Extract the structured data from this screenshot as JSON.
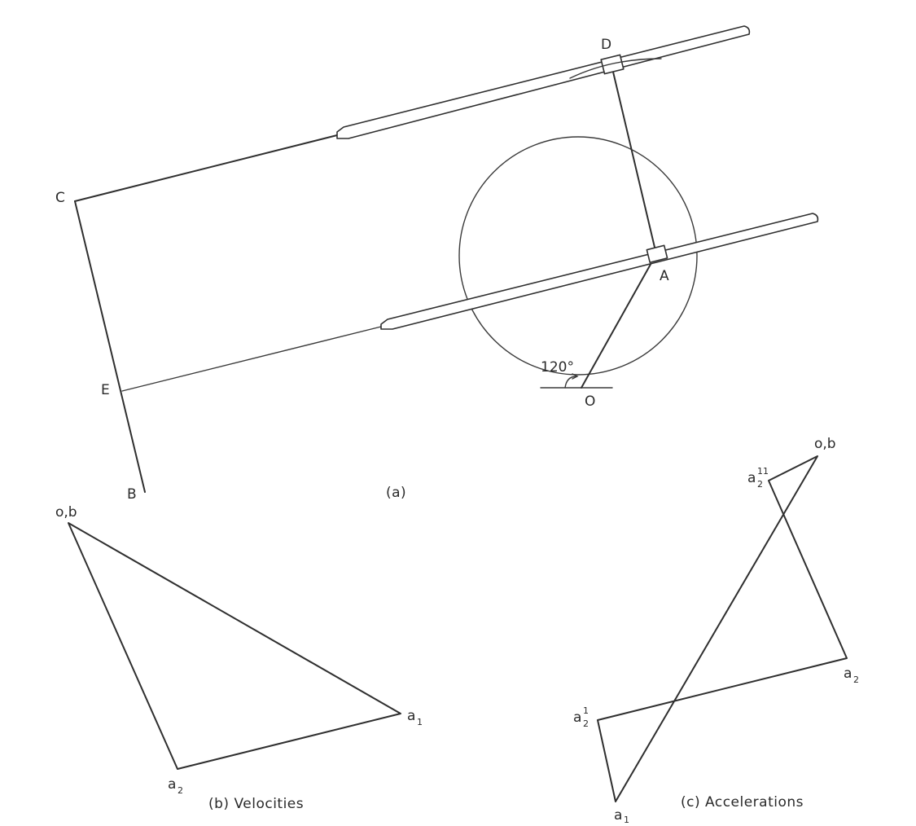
{
  "mechanism": {
    "label_d": "D",
    "label_c": "C",
    "label_a": "A",
    "label_e": "E",
    "label_b": "B",
    "label_o": "O",
    "angle": "120°",
    "caption": "(a)"
  },
  "velocities": {
    "label_ob": "o,b",
    "label_a1": "a",
    "label_a1_sub": "1",
    "label_a2": "a",
    "label_a2_sub": "2",
    "caption": "(b) Velocities"
  },
  "accelerations": {
    "label_ob": "o,b",
    "label_a2pp": "a",
    "label_a2pp_sup": "11",
    "label_a2pp_sub": "2",
    "label_a2": "a",
    "label_a2_sub": "2",
    "label_a2p": "a",
    "label_a2p_sup": "1",
    "label_a2p_sub": "2",
    "label_a1": "a",
    "label_a1_sub": "1",
    "caption": "(c) Accelerations"
  }
}
